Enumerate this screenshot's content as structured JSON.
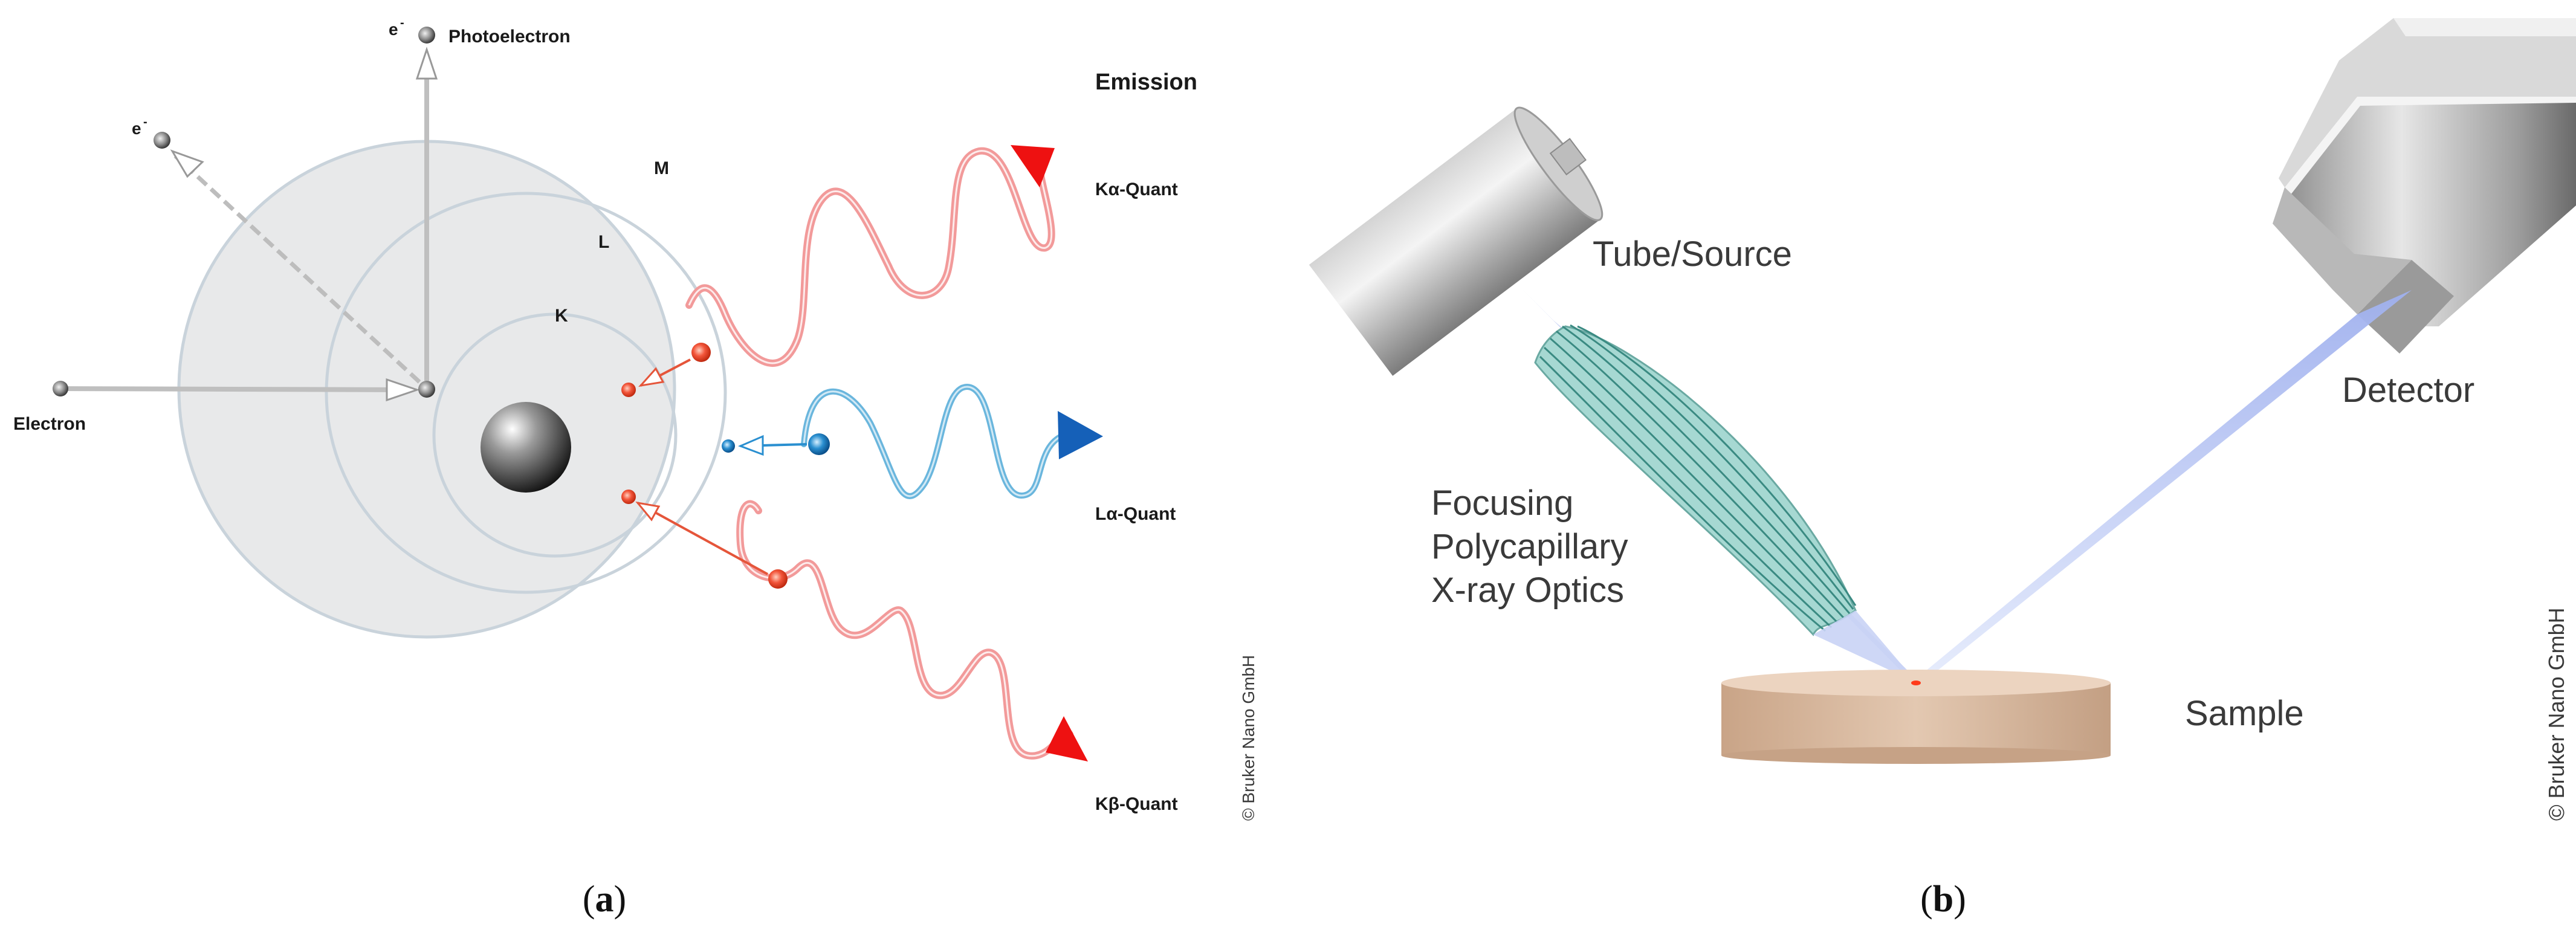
{
  "panel_a": {
    "photoelectron_label": "Photoelectron",
    "e_minus_top": "e",
    "e_minus_left": "e",
    "minus_sign": "-",
    "electron_label": "Electron",
    "emission_label": "Emission",
    "shell_m": "M",
    "shell_l": "L",
    "shell_k": "K",
    "k_alpha_label": "Kα-Quant",
    "l_alpha_label": "Lα-Quant",
    "k_beta_label": "Kβ-Quant",
    "copyright": "© Bruker Nano GmbH",
    "caption_letter": "a"
  },
  "panel_b": {
    "tube_label": "Tube/Source",
    "detector_label": "Detector",
    "optics_line1": "Focusing",
    "optics_line2": "Polycapillary",
    "optics_line3": "X-ray Optics",
    "sample_label": "Sample",
    "copyright": "© Bruker Nano GmbH",
    "caption_letter": "b"
  },
  "colors": {
    "k_wave": "#f08a8a",
    "l_wave": "#5aaed6",
    "k_arrow": "#ee1111",
    "l_arrow": "#1560b8",
    "shell_fill": "#e8e9ea",
    "optics_fill": "#a6d8d2",
    "beam": "#b8c4f2",
    "sample": "#dcbfa6"
  }
}
